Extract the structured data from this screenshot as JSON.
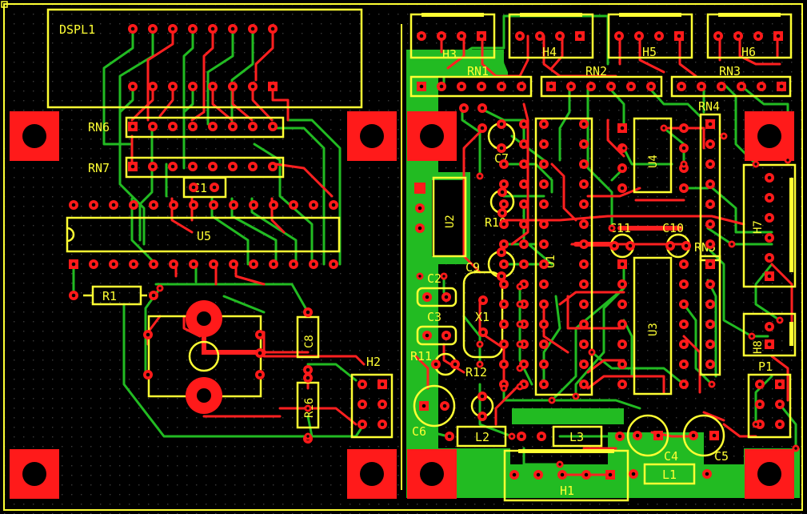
{
  "board": {
    "colors": {
      "background": "#000000",
      "silkscreen": "#ffff33",
      "top_copper": "#ff2020",
      "bottom_copper": "#22bb22",
      "pad": "#ff1a1a",
      "grid_dot": "#3a3a3a"
    },
    "labels": {
      "dspl1": "DSPL1",
      "rn6": "RN6",
      "rn7": "RN7",
      "c1": "C1",
      "u5": "U5",
      "r1": "R1",
      "c8": "C8",
      "r16": "R16",
      "h2": "H2",
      "h3": "H3",
      "h4": "H4",
      "h5": "H5",
      "h6": "H6",
      "rn1": "RN1",
      "rn2": "RN2",
      "rn3": "RN3",
      "rn4": "RN4",
      "c7": "C7",
      "u2": "U2",
      "r10": "R10",
      "c9": "C9",
      "u1": "U1",
      "u4": "U4",
      "c11": "C11",
      "c10": "C10",
      "rn5": "RN5",
      "h7": "H7",
      "c2": "C2",
      "c3": "C3",
      "x1": "X1",
      "r11": "R11",
      "r12": "R12",
      "u3": "U3",
      "h8": "H8",
      "p1": "P1",
      "c6": "C6",
      "l2": "L2",
      "l3": "L3",
      "c4": "C4",
      "c5": "C5",
      "l1": "L1",
      "h1": "H1"
    }
  }
}
